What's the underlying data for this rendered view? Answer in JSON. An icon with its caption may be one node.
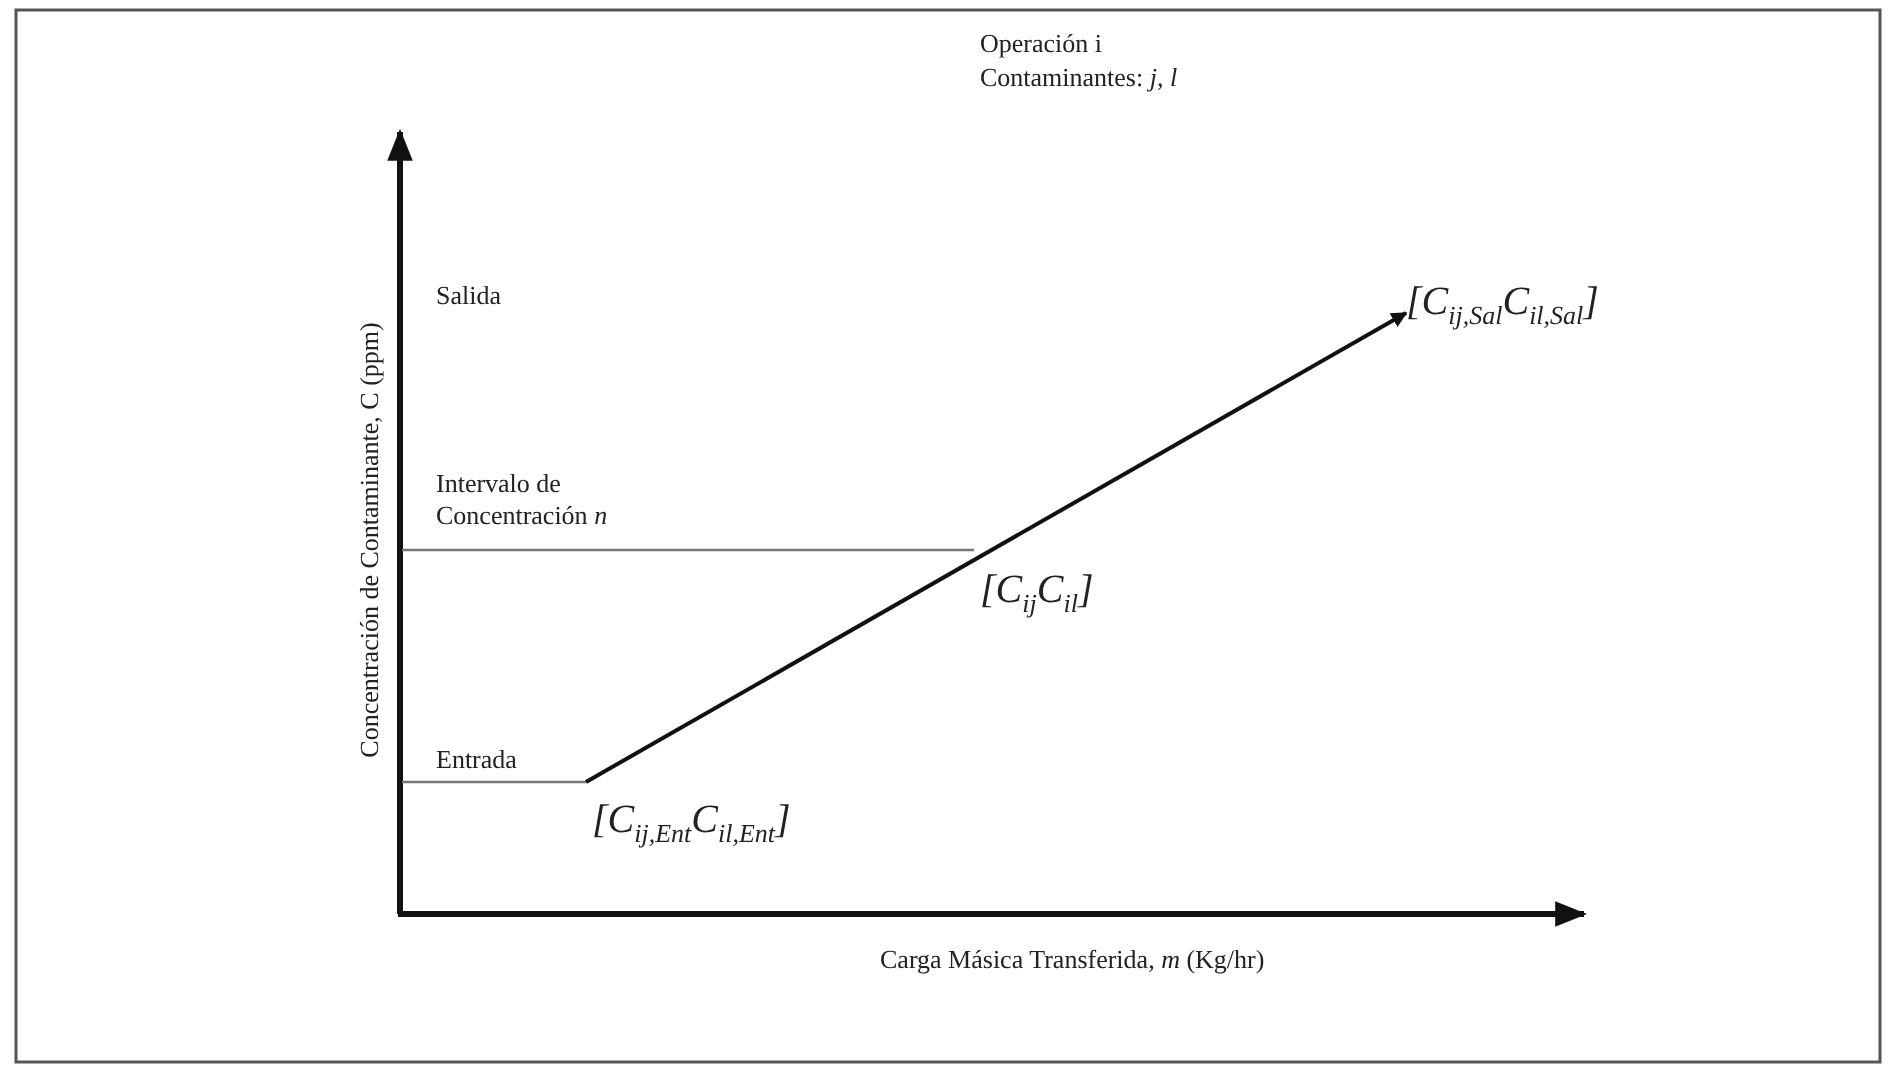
{
  "diagram": {
    "nodes": [
      {
        "text": [
          "[C$_{ij,Sal}$C$_{il,Sal}$]"
        ]
      },
      {
        "text": [
          "[C$_{ij,Ent}$C$_{il,Ent}$]"
        ]
      }
    ],
    "edges": [
      {
        "from": 1,
        "to": 0,
        "arrow": "to"
      }
    ],
    "labels": [
      "Operación i",
      "Contaminantes: *j*, *l*",
      "Salida",
      "Intervalo de Concentración *n*",
      "Entrada",
      "[C$_{ij}$C$_{il}$]",
      "Concentración de Contaminante, C (ppm)",
      "Carga Másica Transferida, *m* (Kg/hr)"
    ]
  }
}
